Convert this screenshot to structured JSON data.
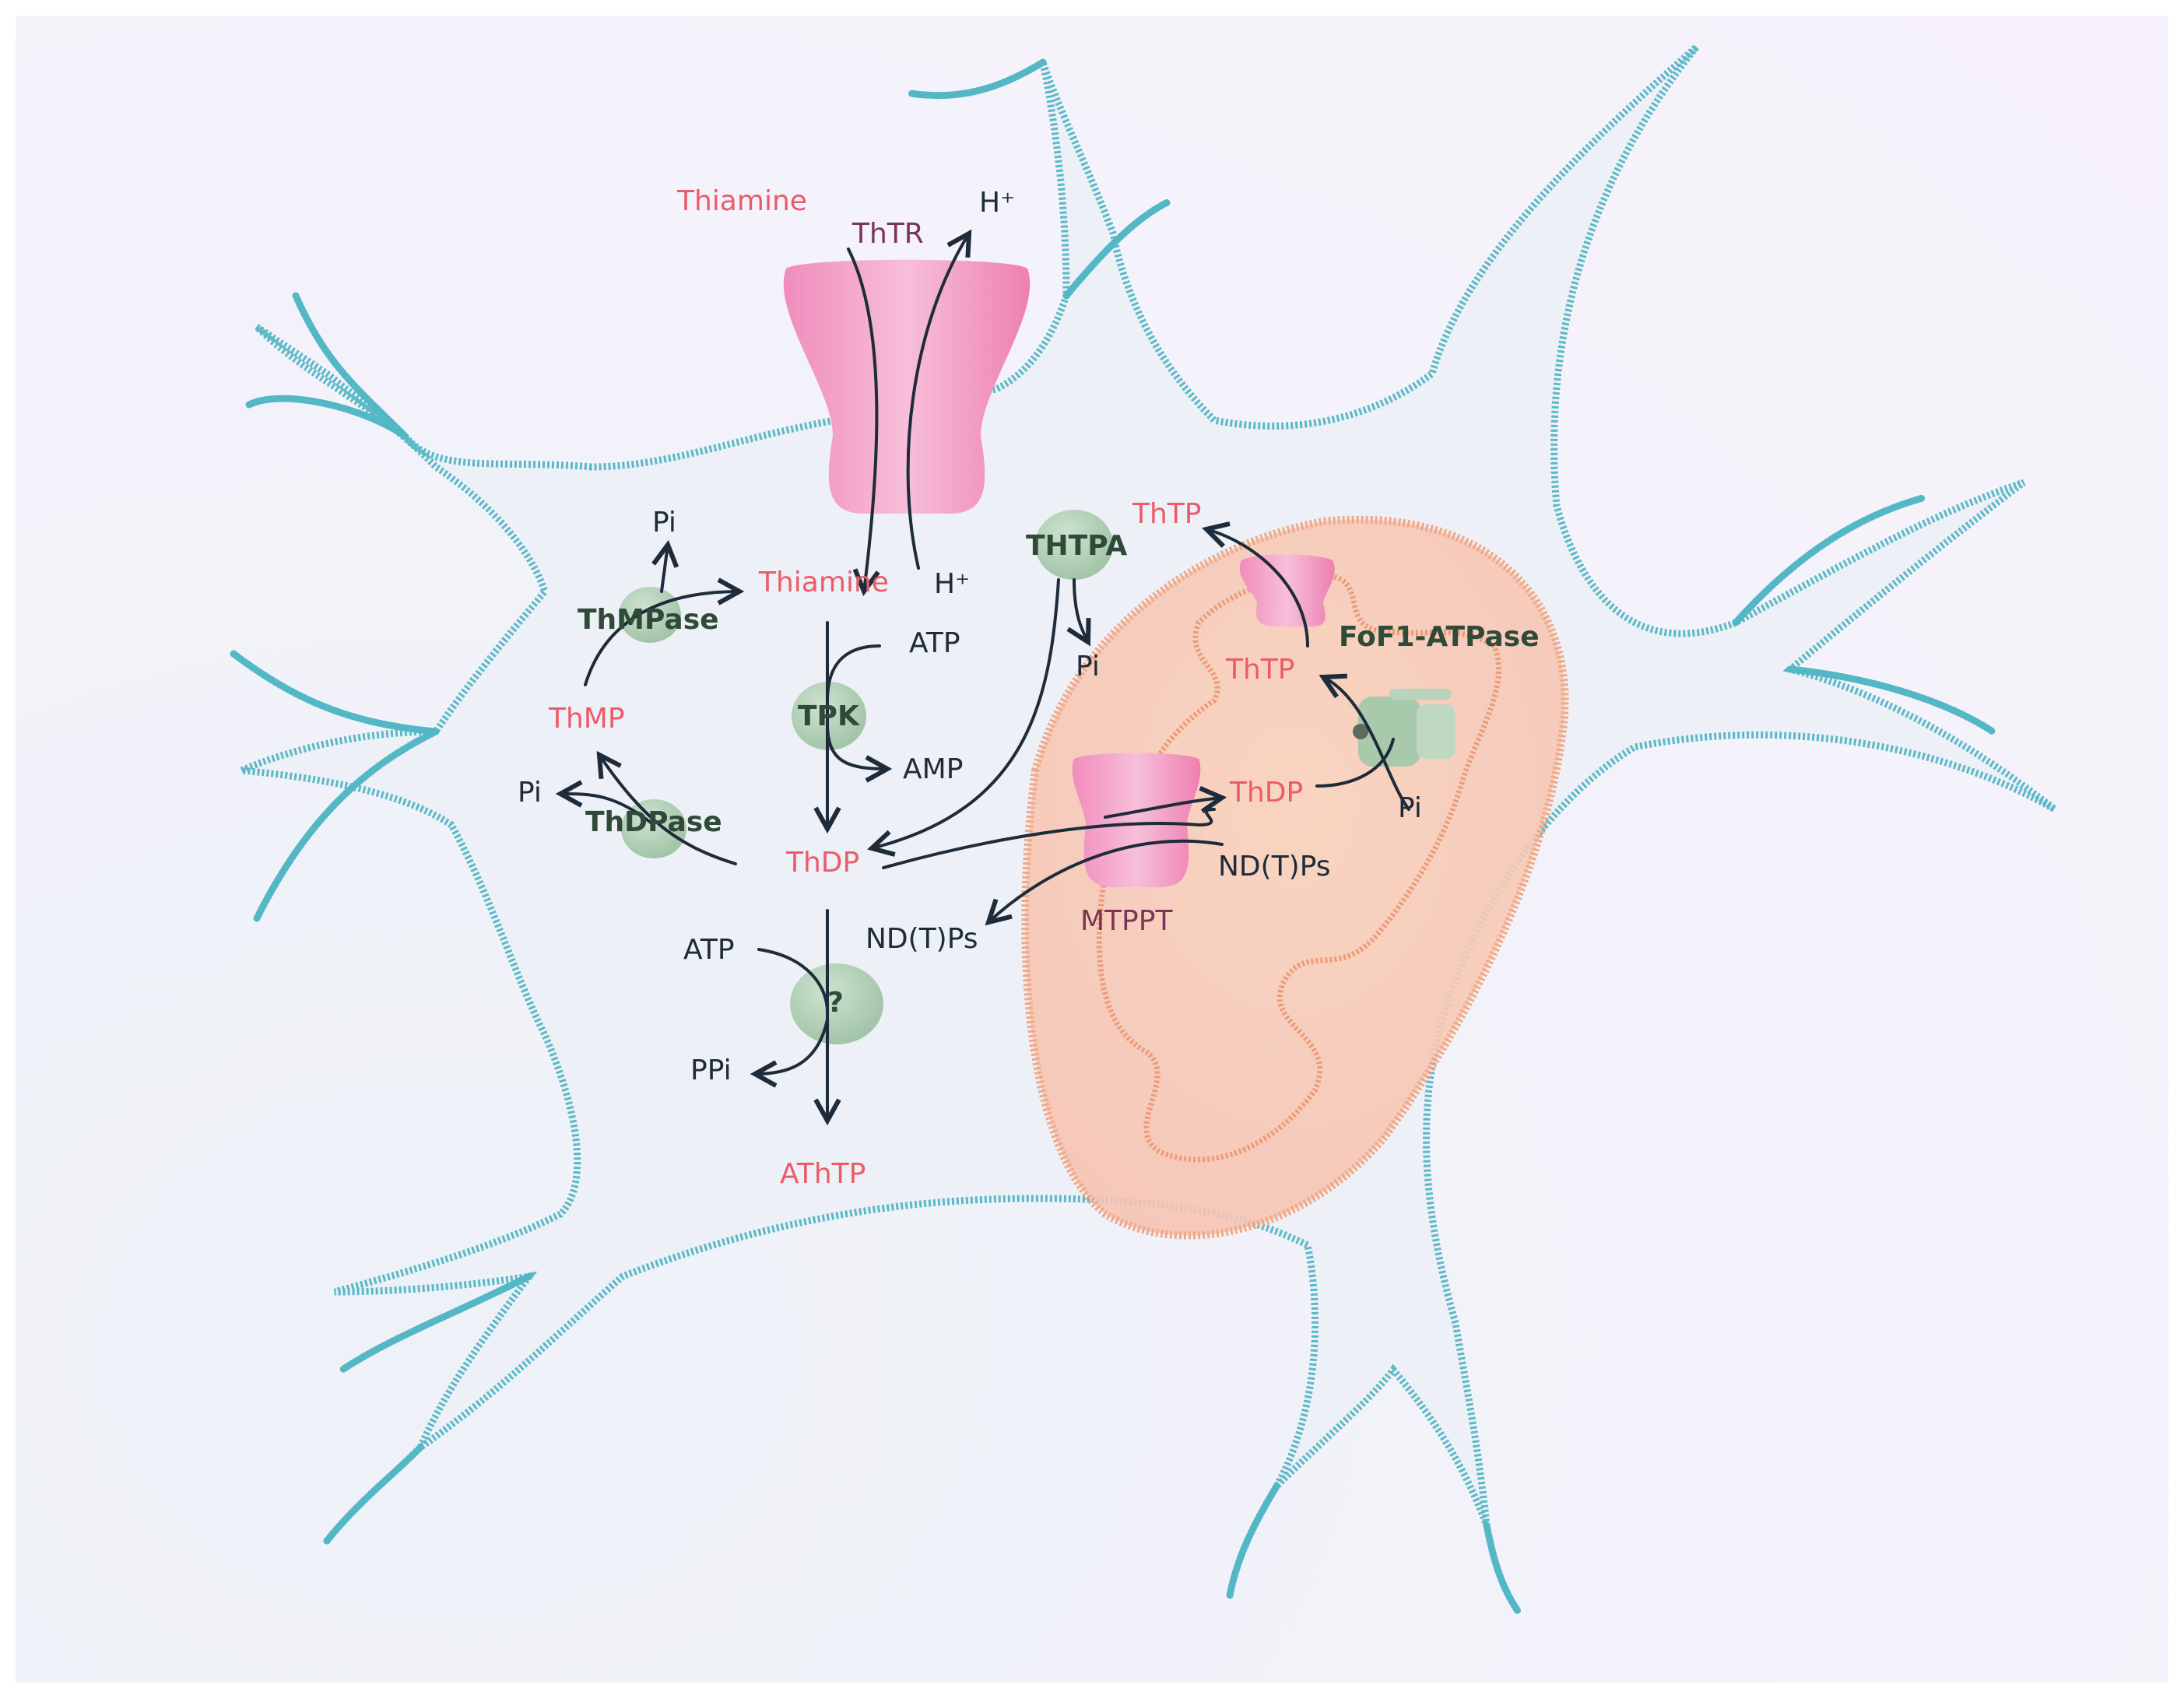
{
  "colors": {
    "metabolite": "#ec5b6a",
    "enzyme": "#2f4a38",
    "text": "#1d2b3a",
    "transporter_label": "#7a3556",
    "membrane": "#4cb3c4",
    "mitochondrion": "#f4a57b",
    "channel": "#ee7fb1",
    "enzyme_blob": "#a9c9ad"
  },
  "labels": {
    "thiamine_out": "Thiamine",
    "thtr": "ThTR",
    "h_out": "H⁺",
    "thiamine_in": "Thiamine",
    "h_in": "H⁺",
    "pi_top": "Pi",
    "thmpase": "ThMPase",
    "thmp": "ThMP",
    "pi_left": "Pi",
    "thdpase": "ThDPase",
    "atp_tpk": "ATP",
    "tpk": "TPK",
    "amp": "AMP",
    "thdp": "ThDP",
    "atp_lower": "ATP",
    "unknown_enzyme": "?",
    "ppi": "PPi",
    "athtp": "AThTP",
    "thtpa": "THTPA",
    "pi_thtpa": "Pi",
    "thtp_top": "ThTP",
    "thtp_mito": "ThTP",
    "fof1": "FoF1-ATPase",
    "thdp_mito": "ThDP",
    "pi_mito": "Pi",
    "ndtps_right": "ND(T)Ps",
    "ndtps_left": "ND(T)Ps",
    "mtppt": "MTPPT"
  }
}
